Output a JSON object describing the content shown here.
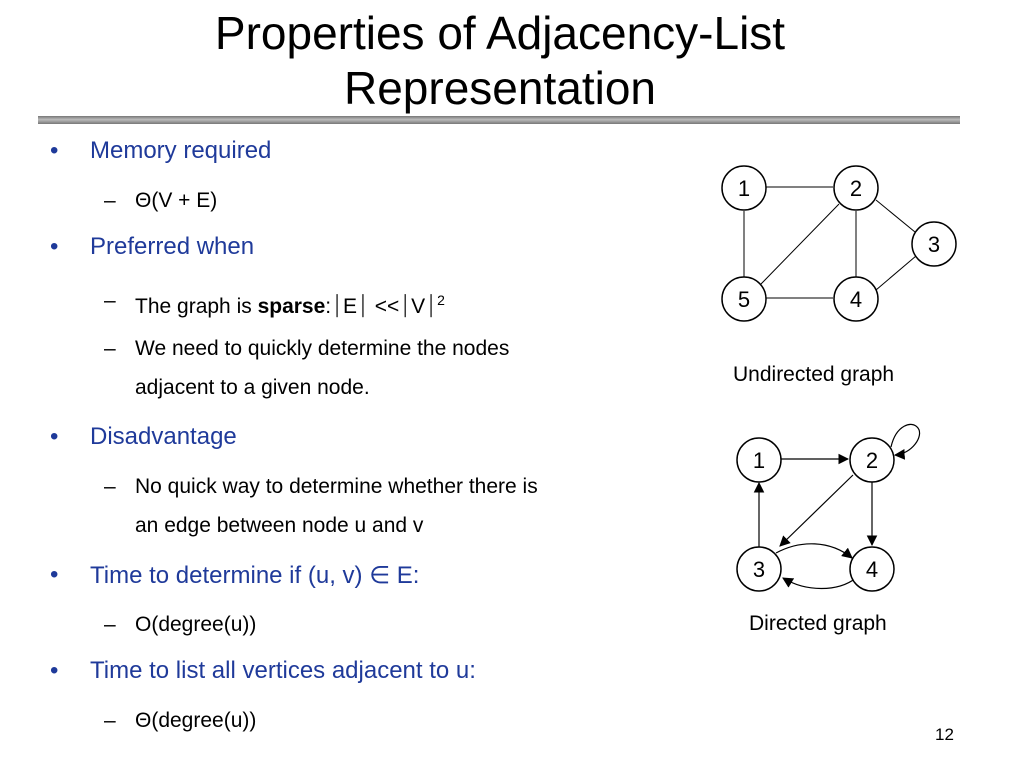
{
  "slide": {
    "title_line1": "Properties of Adjacency-List",
    "title_line2": "Representation",
    "page_number": "12"
  },
  "bullets": {
    "memory": {
      "label": "Memory required",
      "sub1": "Θ(V + E)"
    },
    "preferred": {
      "label": "Preferred when",
      "sub1_prefix": "The graph is ",
      "sub1_bold": "sparse",
      "sub1_suffix": ":⏐E⏐ <<⏐V⏐",
      "sub1_sup": "2",
      "sub2_line1": "We need to quickly determine the nodes",
      "sub2_line2": "adjacent to a given node."
    },
    "disadvantage": {
      "label": "Disadvantage",
      "sub1_line1": "No quick way to determine whether there is",
      "sub1_line2": "an edge between node u and v"
    },
    "time_determine": {
      "label": "Time to determine if (u, v) ∈ E:",
      "sub1": "O(degree(u))"
    },
    "time_list": {
      "label": "Time to list all vertices adjacent to u:",
      "sub1": "Θ(degree(u))"
    }
  },
  "markers": {
    "bullet": "•",
    "dash": "–"
  },
  "undirected_graph": {
    "caption": "Undirected graph",
    "nodes": [
      "1",
      "2",
      "3",
      "4",
      "5"
    ]
  },
  "directed_graph": {
    "caption": "Directed graph",
    "nodes": [
      "1",
      "2",
      "3",
      "4"
    ]
  }
}
